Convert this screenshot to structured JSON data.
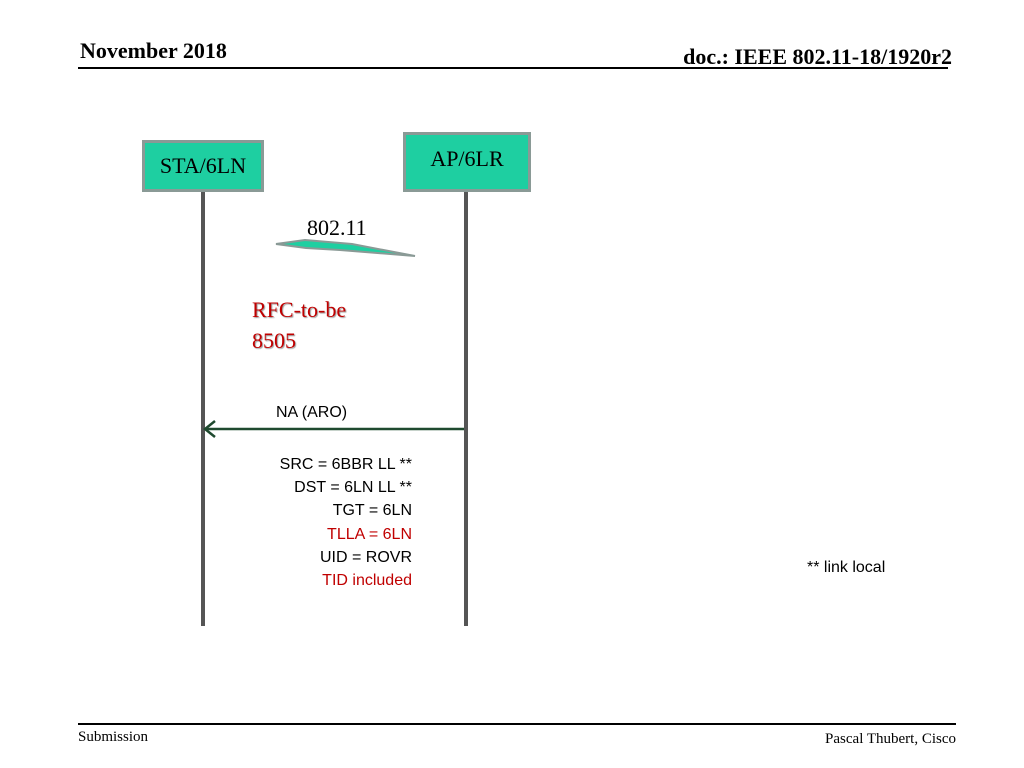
{
  "header": {
    "date": "November 2018",
    "doc_id": "doc.: IEEE 802.11-18/1920r2"
  },
  "diagram": {
    "nodes": [
      {
        "label": "STA/6LN"
      },
      {
        "label": "AP/6LR"
      }
    ],
    "link_label": "802.11",
    "rfc_label_line1": "RFC-to-be",
    "rfc_label_line2": "8505",
    "message": {
      "label": "NA (ARO)",
      "direction": "AP/6LR -> STA/6LN",
      "fields": [
        {
          "text": "SRC = 6BBR LL **",
          "color": "#000000"
        },
        {
          "text": "DST = 6LN LL **",
          "color": "#000000"
        },
        {
          "text": "TGT = 6LN",
          "color": "#000000"
        },
        {
          "text": "TLLA = 6LN",
          "color": "#c00000"
        },
        {
          "text": "UID = ROVR",
          "color": "#000000"
        },
        {
          "text": "TID included",
          "color": "#c00000"
        }
      ]
    },
    "note": "** link local",
    "colors": {
      "node_fill": "#1ecfa1",
      "arrow": "#1f4a2f",
      "highlight_text": "#c00000"
    }
  },
  "footer": {
    "left": "Submission",
    "right": "Pascal Thubert, Cisco"
  }
}
